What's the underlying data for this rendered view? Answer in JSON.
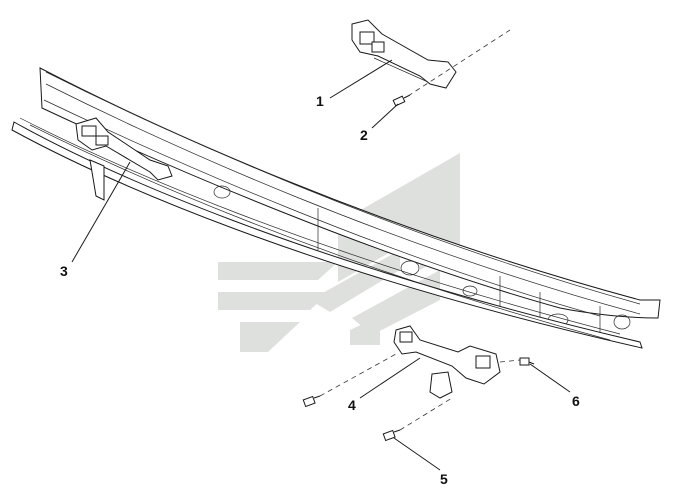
{
  "callouts": [
    {
      "id": "1",
      "label": "1"
    },
    {
      "id": "2",
      "label": "2"
    },
    {
      "id": "3",
      "label": "3"
    },
    {
      "id": "4",
      "label": "4"
    },
    {
      "id": "5",
      "label": "5"
    },
    {
      "id": "6",
      "label": "6"
    }
  ],
  "colors": {
    "watermark": "#c9ccc9",
    "line": "#1a1a1a",
    "background": "#ffffff"
  },
  "icons": {
    "watermark": "brand-logo-watermark"
  }
}
